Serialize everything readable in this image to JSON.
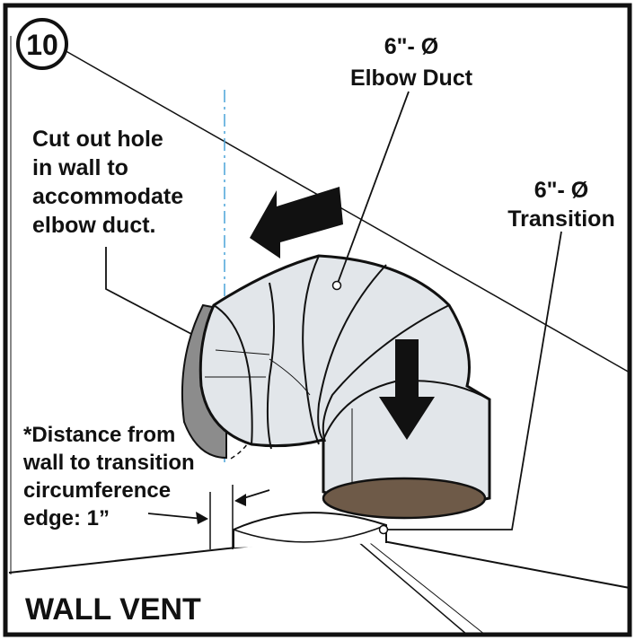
{
  "step_number": "10",
  "labels": {
    "elbow_duct_line1": "6\"- Ø",
    "elbow_duct_line2": "Elbow Duct",
    "transition_line1": "6\"- Ø",
    "transition_line2": "Transition",
    "cutout_line1": "Cut out hole",
    "cutout_line2": "in wall to",
    "cutout_line3": "accommodate",
    "cutout_line4": "elbow duct.",
    "distance_line1": "*Distance from",
    "distance_line2": "wall to transition",
    "distance_line3": "circumference",
    "distance_line4": "edge: 1”"
  },
  "footer_title": "WALL VENT",
  "colors": {
    "ink": "#111111",
    "duct_fill": "#e2e6ea",
    "duct_shadow": "#cfd5da",
    "hole_fill": "#8c8c8c",
    "duct_interior": "#6e5a48",
    "center_line": "#4aa3d8"
  }
}
